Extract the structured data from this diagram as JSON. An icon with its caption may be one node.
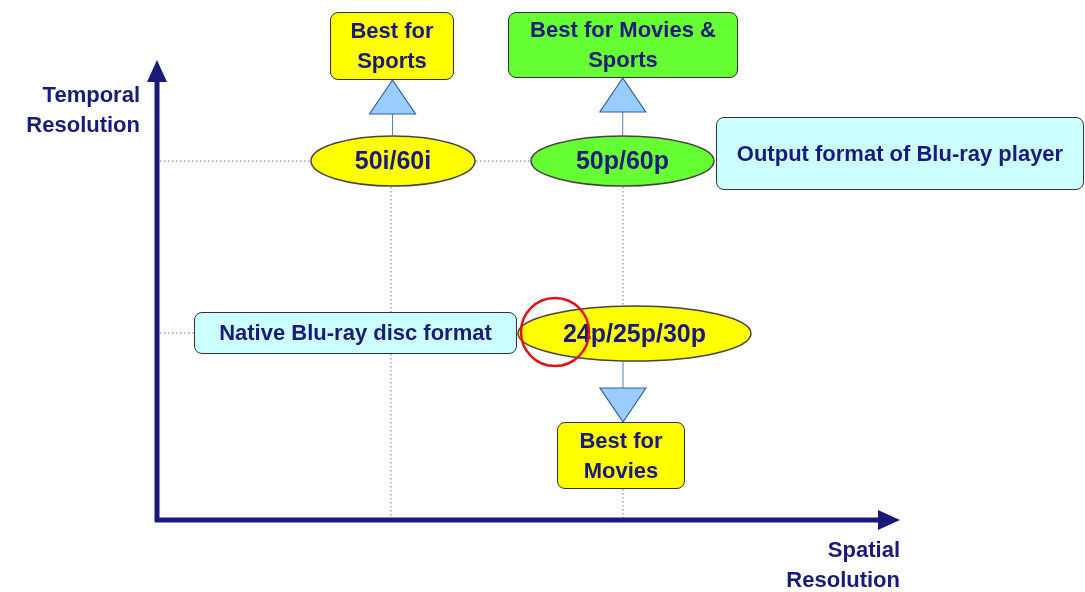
{
  "diagram": {
    "nodes": [
      {
        "text": [
          "Best for Sports"
        ]
      },
      {
        "text": [
          "Best for Movies & Sports"
        ]
      },
      {
        "text": [
          "50i/60i"
        ]
      },
      {
        "text": [
          "50p/60p"
        ]
      },
      {
        "text": [
          "Output format of Blu-ray player"
        ]
      },
      {
        "text": [
          "Native Blu-ray disc format"
        ]
      },
      {
        "text": [
          "24p/25p/30p"
        ]
      },
      {
        "text": [
          "Best for Movies"
        ]
      }
    ],
    "edges": [
      {
        "from": 2,
        "to": 0,
        "arrow": "to"
      },
      {
        "from": 3,
        "to": 1,
        "arrow": "to"
      },
      {
        "from": 6,
        "to": 7,
        "arrow": "to"
      }
    ],
    "labels": [
      "Temporal Resolution",
      "Spatial Resolution"
    ]
  }
}
